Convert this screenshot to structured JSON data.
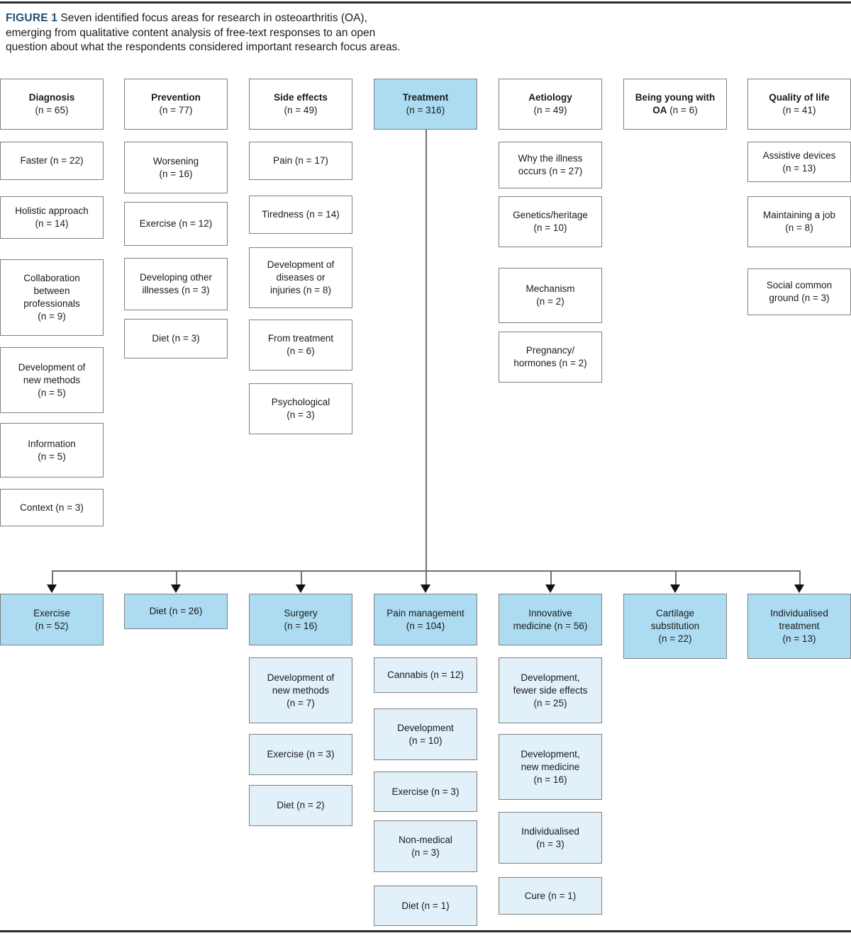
{
  "figure": {
    "label": "FIGURE 1",
    "caption": " Seven identified focus areas for research in osteoarthritis (OA), emerging from qualitative content analysis of free-text responses to an open question about what the respondents considered important research focus areas."
  },
  "colors": {
    "figure_label": "#1F4E79",
    "box_border": "#7f7f7f",
    "box_fill_white": "#ffffff",
    "highlight_dark": "#ADDCF2",
    "highlight_light": "#E2F0FA",
    "connector": "#6f6f6f",
    "rule": "#2b2b2b"
  },
  "chart_data": {
    "type": "diagram",
    "diagram_kind": "hierarchy-tree",
    "title": "Seven identified focus areas for research in osteoarthritis (OA)",
    "root": {
      "name": "Treatment",
      "n": 316
    },
    "top_level": [
      {
        "name": "Diagnosis",
        "n": 65
      },
      {
        "name": "Prevention",
        "n": 77
      },
      {
        "name": "Side effects",
        "n": 49
      },
      {
        "name": "Treatment",
        "n": 316
      },
      {
        "name": "Aetiology",
        "n": 49
      },
      {
        "name": "Being young with OA",
        "n": 6
      },
      {
        "name": "Quality of life",
        "n": 41
      }
    ]
  },
  "columns": [
    {
      "key": "diagnosis",
      "header": {
        "title": "Diagnosis",
        "n": "(n = 65)",
        "highlight": "none"
      },
      "items": [
        {
          "text": "Faster (n = 22)"
        },
        {
          "text": "Holistic approach\n(n = 14)"
        },
        {
          "text": "Collaboration\nbetween\nprofessionals\n(n = 9)"
        },
        {
          "text": "Development of\nnew methods\n(n = 5)"
        },
        {
          "text": "Information\n(n = 5)"
        },
        {
          "text": "Context (n = 3)"
        }
      ]
    },
    {
      "key": "prevention",
      "header": {
        "title": "Prevention",
        "n": "(n = 77)",
        "highlight": "none"
      },
      "items": [
        {
          "text": "Worsening\n(n = 16)"
        },
        {
          "text": "Exercise (n = 12)"
        },
        {
          "text": "Developing other\nillnesses (n = 3)"
        },
        {
          "text": "Diet (n = 3)"
        }
      ]
    },
    {
      "key": "side-effects",
      "header": {
        "title": "Side effects",
        "n": "(n = 49)",
        "highlight": "none"
      },
      "items": [
        {
          "text": "Pain (n = 17)"
        },
        {
          "text": "Tiredness (n = 14)"
        },
        {
          "text": "Development of\ndiseases or\ninjuries (n = 8)"
        },
        {
          "text": "From treatment\n(n = 6)"
        },
        {
          "text": "Psychological\n(n = 3)"
        }
      ]
    },
    {
      "key": "treatment",
      "header": {
        "title": "Treatment",
        "n": "(n = 316)",
        "highlight": "dark"
      },
      "items": []
    },
    {
      "key": "aetiology",
      "header": {
        "title": "Aetiology",
        "n": "(n = 49)",
        "highlight": "none"
      },
      "items": [
        {
          "text": "Why the illness\noccurs (n = 27)"
        },
        {
          "text": "Genetics/heritage\n(n = 10)"
        },
        {
          "text": "Mechanism\n(n = 2)"
        },
        {
          "text": "Pregnancy/\nhormones (n = 2)"
        }
      ]
    },
    {
      "key": "being-young-with-oa",
      "header": {
        "title": "Being young with",
        "n": "OA (n = 6)",
        "highlight": "none",
        "bold_n_prefix": true
      },
      "items": []
    },
    {
      "key": "quality-of-life",
      "header": {
        "title": "Quality of life",
        "n": "(n = 41)",
        "highlight": "none"
      },
      "items": [
        {
          "text": "Assistive devices\n(n = 13)"
        },
        {
          "text": "Maintaining a job\n(n = 8)"
        },
        {
          "text": "Social common\nground (n = 3)"
        }
      ]
    }
  ],
  "treatment_branches": [
    {
      "key": "exercise",
      "header": {
        "text": "Exercise\n(n = 52)"
      },
      "items": []
    },
    {
      "key": "diet",
      "header": {
        "text": "Diet (n = 26)"
      },
      "items": []
    },
    {
      "key": "surgery",
      "header": {
        "text": "Surgery\n(n = 16)"
      },
      "items": [
        {
          "text": "Development of\nnew methods\n(n = 7)"
        },
        {
          "text": "Exercise (n = 3)"
        },
        {
          "text": "Diet (n = 2)"
        }
      ]
    },
    {
      "key": "pain-management",
      "header": {
        "text": "Pain management\n(n = 104)"
      },
      "items": [
        {
          "text": "Cannabis (n = 12)"
        },
        {
          "text": "Development\n(n = 10)"
        },
        {
          "text": "Exercise (n = 3)"
        },
        {
          "text": "Non-medical\n(n = 3)"
        },
        {
          "text": "Diet (n = 1)"
        }
      ]
    },
    {
      "key": "innovative-medicine",
      "header": {
        "text": "Innovative\nmedicine (n = 56)"
      },
      "items": [
        {
          "text": "Development,\nfewer side effects\n(n = 25)"
        },
        {
          "text": "Development,\nnew medicine\n(n = 16)"
        },
        {
          "text": "Individualised\n(n = 3)"
        },
        {
          "text": "Cure (n = 1)"
        }
      ]
    },
    {
      "key": "cartilage-substitution",
      "header": {
        "text": "Cartilage\nsubstitution\n(n = 22)"
      },
      "items": []
    },
    {
      "key": "individualised-treatment",
      "header": {
        "text": "Individualised\ntreatment\n(n = 13)"
      },
      "items": []
    }
  ]
}
